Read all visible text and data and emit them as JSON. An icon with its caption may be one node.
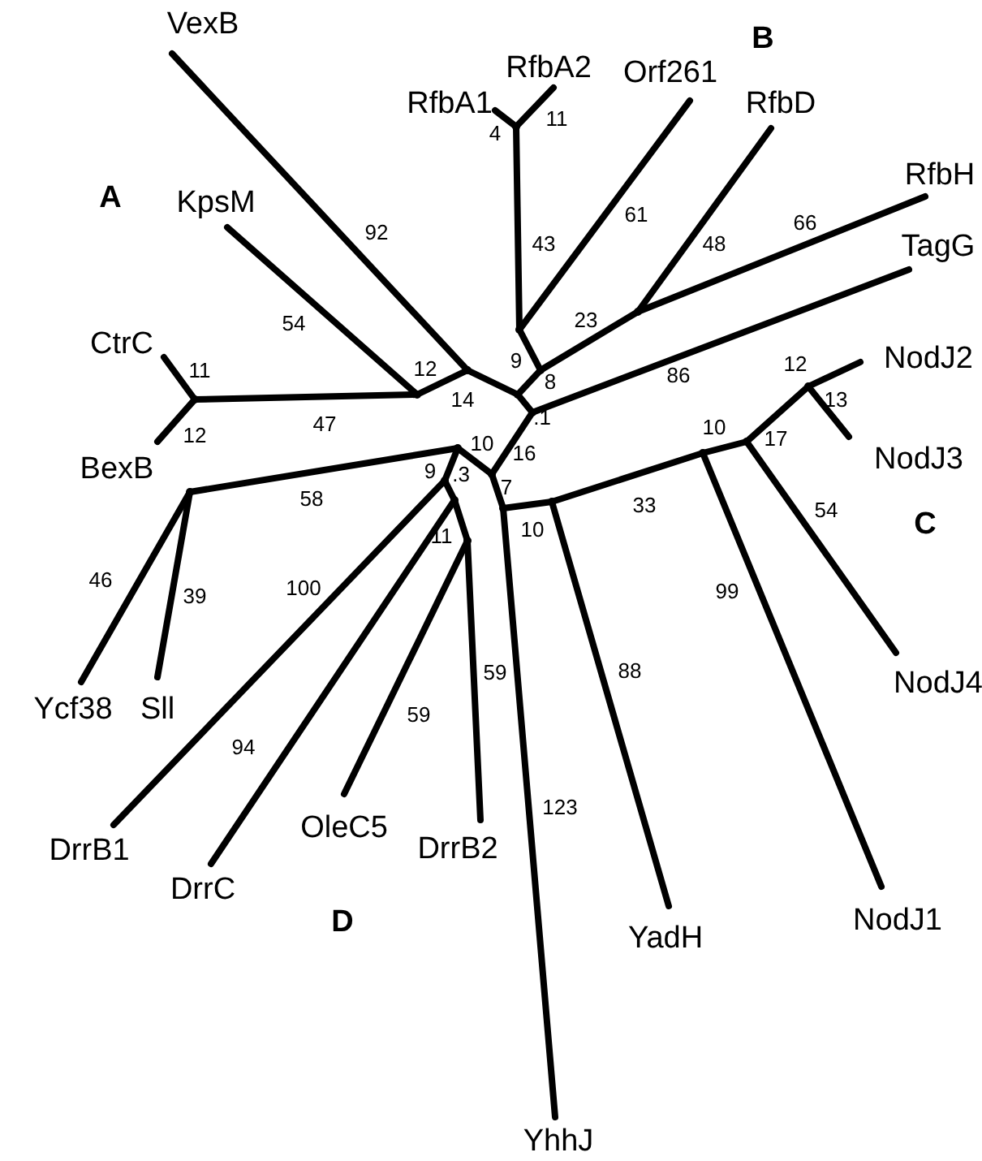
{
  "diagram": {
    "nodes": [
      {
        "text": [
          "VexB"
        ]
      },
      {
        "text": [
          "RfbA1"
        ]
      },
      {
        "text": [
          "RfbA2"
        ]
      },
      {
        "text": [
          "Orf261"
        ]
      },
      {
        "text": [
          "RfbD"
        ]
      },
      {
        "text": [
          "RfbH"
        ]
      },
      {
        "text": [
          "KpsM"
        ]
      },
      {
        "text": [
          "TagG"
        ]
      },
      {
        "text": [
          "CtrC"
        ]
      },
      {
        "text": [
          "NodJ2"
        ]
      },
      {
        "text": [
          "BexB"
        ]
      },
      {
        "text": [
          "NodJ3"
        ]
      },
      {
        "text": [
          "NodJ4"
        ]
      },
      {
        "text": [
          "Ycf38"
        ]
      },
      {
        "text": [
          "Sll"
        ]
      },
      {
        "text": [
          "OleC5"
        ]
      },
      {
        "text": [
          "DrrB1"
        ]
      },
      {
        "text": [
          "DrrB2"
        ]
      },
      {
        "text": [
          "DrrC"
        ]
      },
      {
        "text": [
          "NodJ1"
        ]
      },
      {
        "text": [
          "YadH"
        ]
      },
      {
        "text": [
          "YhhJ"
        ]
      },
      {
        "text": [],
        "shape": "point"
      },
      {
        "text": [],
        "shape": "point"
      },
      {
        "text": [],
        "shape": "point"
      },
      {
        "text": [],
        "shape": "point"
      },
      {
        "text": [],
        "shape": "point"
      },
      {
        "text": [],
        "shape": "point"
      },
      {
        "text": [],
        "shape": "point"
      },
      {
        "text": [],
        "shape": "point"
      },
      {
        "text": [],
        "shape": "point"
      },
      {
        "text": [],
        "shape": "point"
      },
      {
        "text": [],
        "shape": "point"
      },
      {
        "text": [],
        "shape": "point"
      },
      {
        "text": [],
        "shape": "point"
      },
      {
        "text": [],
        "shape": "point"
      },
      {
        "text": [],
        "shape": "point"
      },
      {
        "text": [],
        "shape": "point"
      },
      {
        "text": [],
        "shape": "point"
      },
      {
        "text": [],
        "shape": "point"
      },
      {
        "text": [],
        "shape": "point"
      },
      {
        "text": [],
        "shape": "point"
      }
    ],
    "edges": [
      {
        "from": 22,
        "to": 1,
        "arrow": "none",
        "label": "4"
      },
      {
        "from": 22,
        "to": 2,
        "arrow": "none",
        "label": "11"
      },
      {
        "from": 23,
        "to": 22,
        "arrow": "none",
        "label": "43"
      },
      {
        "from": 23,
        "to": 3,
        "arrow": "none",
        "label": "61"
      },
      {
        "from": 23,
        "to": 24,
        "arrow": "none",
        "label": "9"
      },
      {
        "from": 24,
        "to": 25,
        "arrow": "none",
        "label": "23"
      },
      {
        "from": 25,
        "to": 4,
        "arrow": "none",
        "label": "48"
      },
      {
        "from": 25,
        "to": 5,
        "arrow": "none",
        "label": "66"
      },
      {
        "from": 24,
        "to": 26,
        "arrow": "none",
        "label": "8"
      },
      {
        "from": 26,
        "to": 27,
        "arrow": "none",
        "label": ".1"
      },
      {
        "from": 27,
        "to": 7,
        "arrow": "none",
        "label": "86"
      },
      {
        "from": 28,
        "to": 26,
        "arrow": "none",
        "label": "14"
      },
      {
        "from": 28,
        "to": 0,
        "arrow": "none",
        "label": "92"
      },
      {
        "from": 29,
        "to": 28,
        "arrow": "none",
        "label": "12"
      },
      {
        "from": 29,
        "to": 6,
        "arrow": "none",
        "label": "54"
      },
      {
        "from": 30,
        "to": 29,
        "arrow": "none",
        "label": "47"
      },
      {
        "from": 30,
        "to": 8,
        "arrow": "none",
        "label": "11"
      },
      {
        "from": 30,
        "to": 10,
        "arrow": "none",
        "label": "12"
      },
      {
        "from": 27,
        "to": 31,
        "arrow": "none",
        "label": "16"
      },
      {
        "from": 31,
        "to": 32,
        "arrow": "none",
        "label": "10"
      },
      {
        "from": 32,
        "to": 33,
        "arrow": "none",
        "label": "58"
      },
      {
        "from": 33,
        "to": 13,
        "arrow": "none",
        "label": "46"
      },
      {
        "from": 33,
        "to": 14,
        "arrow": "none",
        "label": "39"
      },
      {
        "from": 32,
        "to": 34,
        "arrow": "none",
        "label": "9"
      },
      {
        "from": 34,
        "to": 35,
        "arrow": "none",
        "label": ".3"
      },
      {
        "from": 34,
        "to": 16,
        "arrow": "none",
        "label": "100"
      },
      {
        "from": 35,
        "to": 18,
        "arrow": "none",
        "label": "94"
      },
      {
        "from": 35,
        "to": 36,
        "arrow": "none",
        "label": "11"
      },
      {
        "from": 36,
        "to": 15,
        "arrow": "none",
        "label": "59"
      },
      {
        "from": 36,
        "to": 17,
        "arrow": "none",
        "label": "59"
      },
      {
        "from": 31,
        "to": 37,
        "arrow": "none",
        "label": "7"
      },
      {
        "from": 37,
        "to": 21,
        "arrow": "none",
        "label": "123"
      },
      {
        "from": 37,
        "to": 38,
        "arrow": "none",
        "label": "10"
      },
      {
        "from": 38,
        "to": 20,
        "arrow": "none",
        "label": "88"
      },
      {
        "from": 38,
        "to": 39,
        "arrow": "none",
        "label": "33"
      },
      {
        "from": 39,
        "to": 19,
        "arrow": "none",
        "label": "99"
      },
      {
        "from": 39,
        "to": 40,
        "arrow": "none",
        "label": "10"
      },
      {
        "from": 40,
        "to": 12,
        "arrow": "none",
        "label": "54"
      },
      {
        "from": 40,
        "to": 41,
        "arrow": "none",
        "label": "17"
      },
      {
        "from": 41,
        "to": 9,
        "arrow": "none",
        "label": "12"
      },
      {
        "from": 41,
        "to": 11,
        "arrow": "none",
        "label": "13"
      }
    ],
    "labels": [
      "B",
      "A",
      "C",
      "D"
    ]
  }
}
